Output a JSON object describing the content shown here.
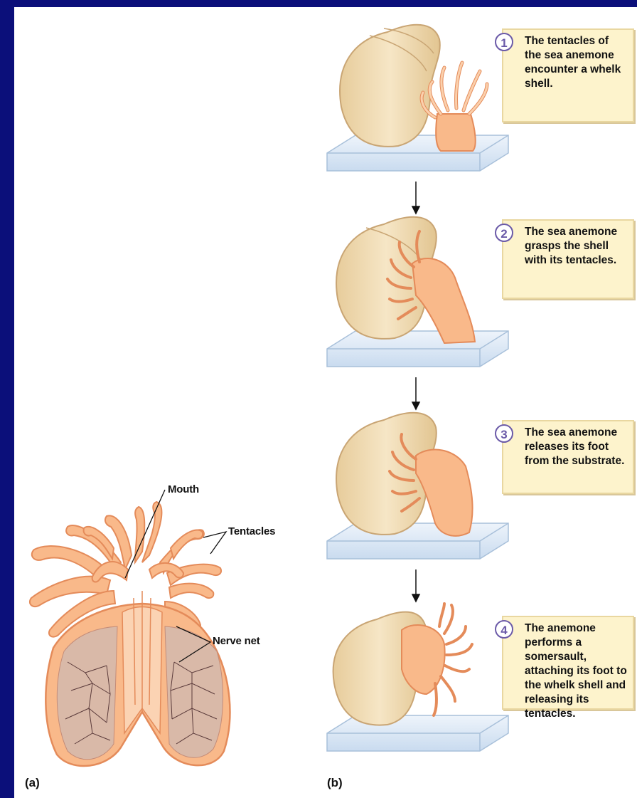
{
  "labels": {
    "mouth": "Mouth",
    "tentacles": "Tentacles",
    "nerve_net": "Nerve net",
    "panel_a": "(a)",
    "panel_b": "(b)"
  },
  "steps": [
    {
      "num": "1",
      "text": "The tentacles of the sea anemone encounter a whelk shell."
    },
    {
      "num": "2",
      "text": "The sea anemone grasps the shell with its tentacles."
    },
    {
      "num": "3",
      "text": "The sea anemone releases its foot from the substrate."
    },
    {
      "num": "4",
      "text": "The anemone performs a somersault, attaching its foot to the whelk shell and releasing its tentacles."
    }
  ],
  "colors": {
    "background": "#0b0f7a",
    "anemone": "#f9b98a",
    "shell": "#eed9b0",
    "box": "#fdf3cc"
  }
}
